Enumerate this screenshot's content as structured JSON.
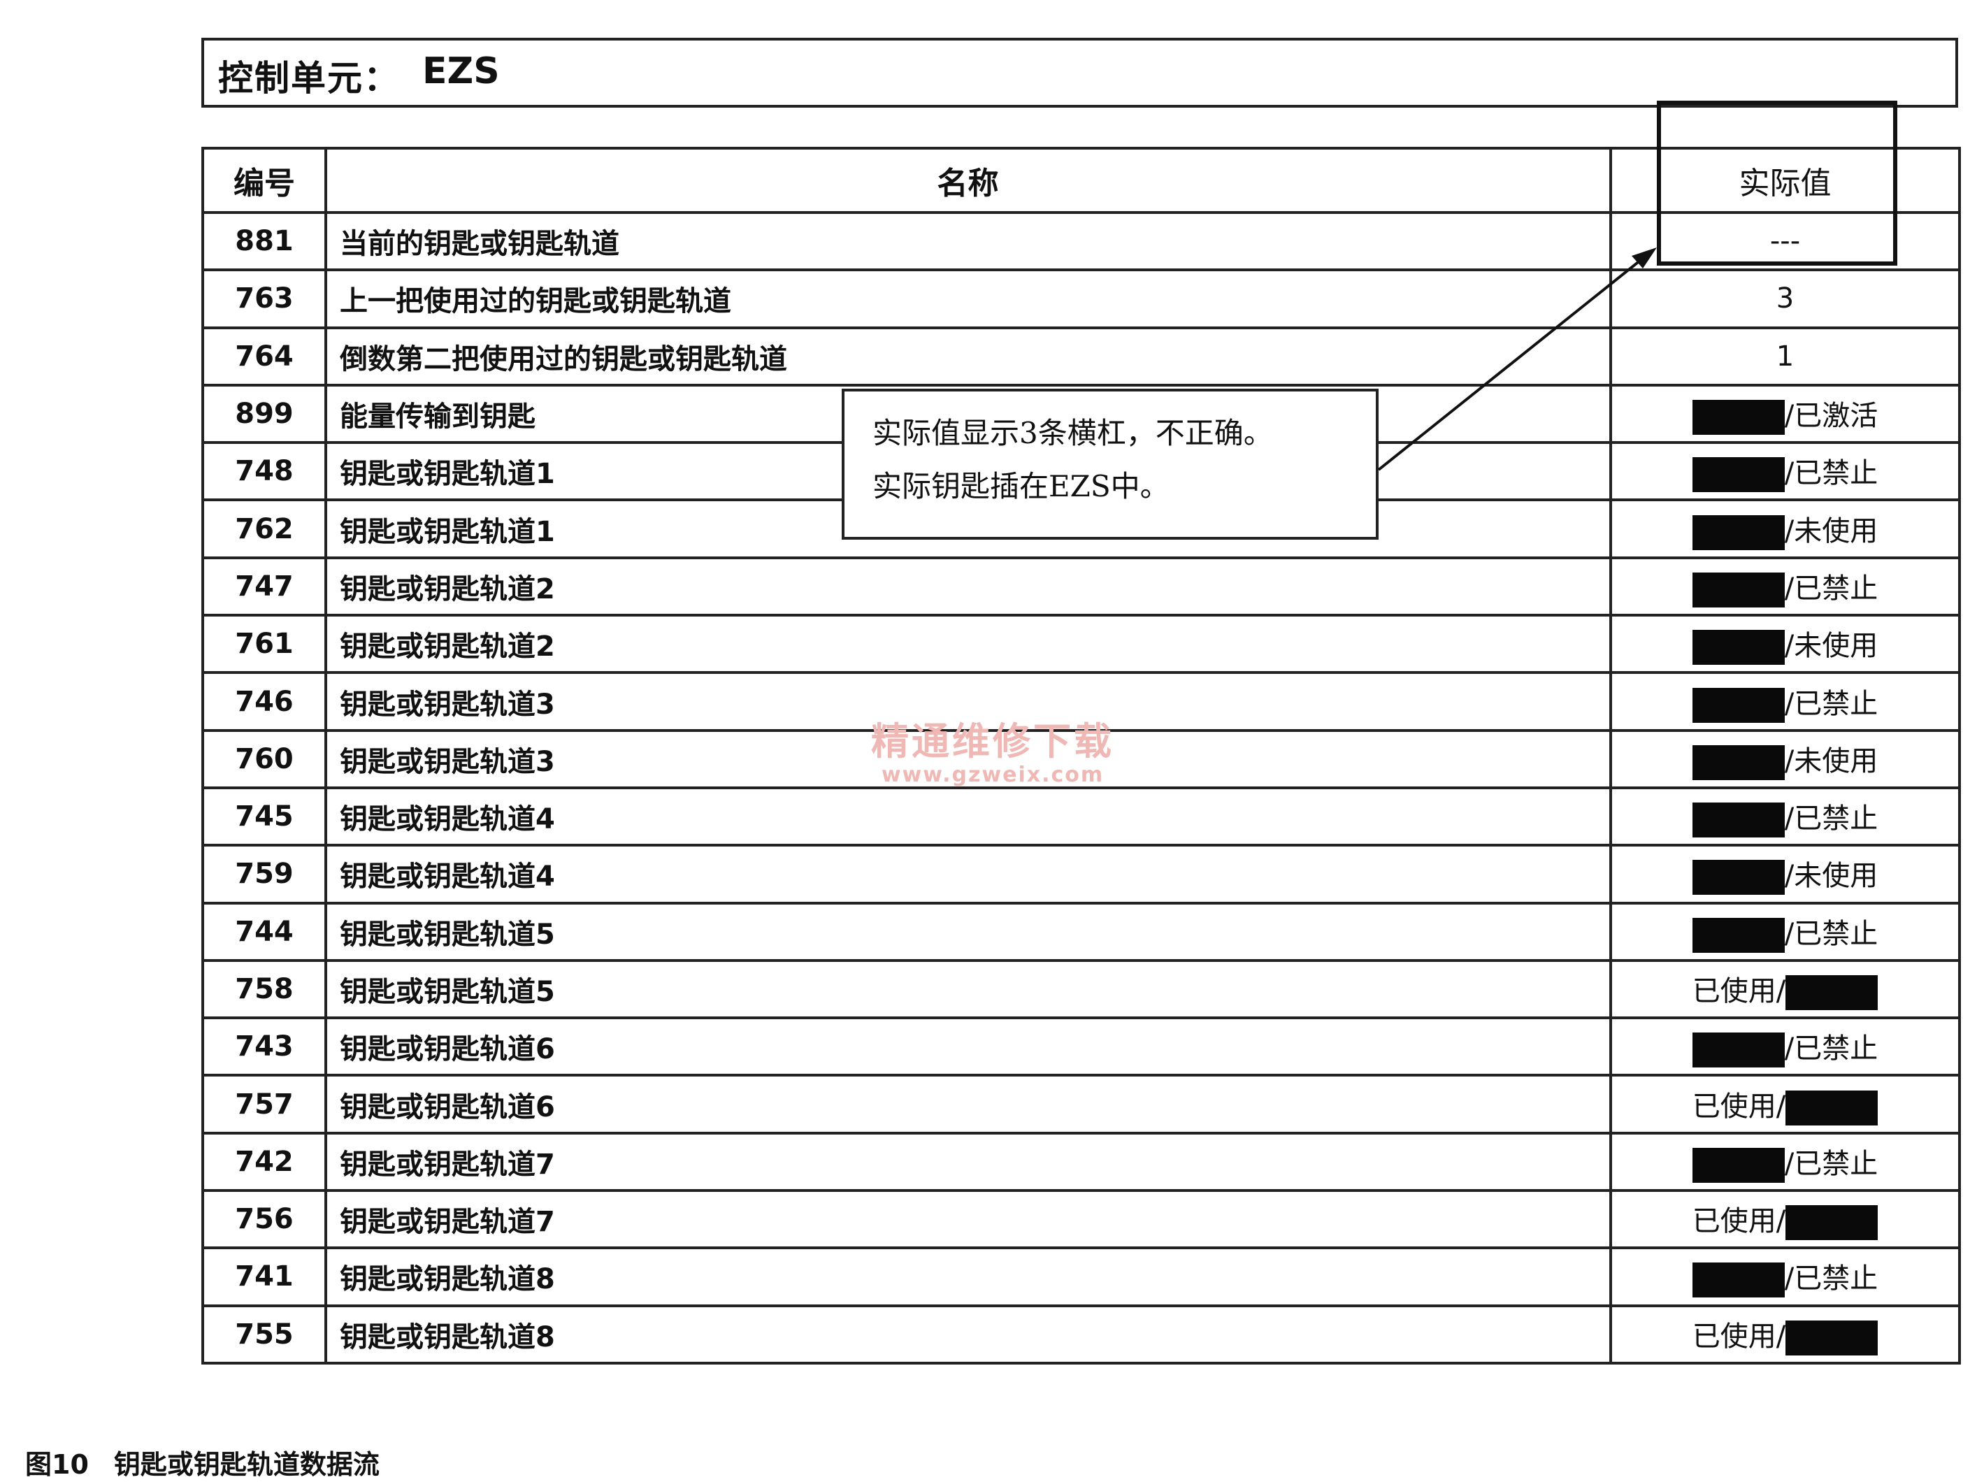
{
  "header": {
    "unit_label": "控制单元：",
    "unit_value": "EZS"
  },
  "table": {
    "headers": {
      "number": "编号",
      "name": "名称",
      "value": "实际值"
    },
    "rows": [
      {
        "number": "881",
        "name": "当前的钥匙或钥匙轨道",
        "value": "---"
      },
      {
        "number": "763",
        "name": "上一把使用过的钥匙或钥匙轨道",
        "value": "3"
      },
      {
        "number": "764",
        "name": "倒数第二把使用过的钥匙或钥匙轨道",
        "value": "1"
      },
      {
        "number": "899",
        "name": "能量传输到钥匙",
        "value": "已激活"
      },
      {
        "number": "748",
        "name": "钥匙或钥匙轨道1",
        "value": "已禁止"
      },
      {
        "number": "762",
        "name": "钥匙或钥匙轨道1",
        "value": "未使用"
      },
      {
        "number": "747",
        "name": "钥匙或钥匙轨道2",
        "value": "已禁止"
      },
      {
        "number": "761",
        "name": "钥匙或钥匙轨道2",
        "value": "未使用"
      },
      {
        "number": "746",
        "name": "钥匙或钥匙轨道3",
        "value": "已禁止"
      },
      {
        "number": "760",
        "name": "钥匙或钥匙轨道3",
        "value": "未使用"
      },
      {
        "number": "745",
        "name": "钥匙或钥匙轨道4",
        "value": "已禁止"
      },
      {
        "number": "759",
        "name": "钥匙或钥匙轨道4",
        "value": "未使用"
      },
      {
        "number": "744",
        "name": "钥匙或钥匙轨道5",
        "value": "已禁止"
      },
      {
        "number": "758",
        "name": "钥匙或钥匙轨道5",
        "value": "已使用"
      },
      {
        "number": "743",
        "name": "钥匙或钥匙轨道6",
        "value": "已禁止"
      },
      {
        "number": "757",
        "name": "钥匙或钥匙轨道6",
        "value": "已使用"
      },
      {
        "number": "742",
        "name": "钥匙或钥匙轨道7",
        "value": "已禁止"
      },
      {
        "number": "756",
        "name": "钥匙或钥匙轨道7",
        "value": "已使用"
      },
      {
        "number": "741",
        "name": "钥匙或钥匙轨道8",
        "value": "已禁止"
      },
      {
        "number": "755",
        "name": "钥匙或钥匙轨道8",
        "value": "已使用"
      }
    ]
  },
  "callout": {
    "line1": "实际值显示3条横杠，不正确。",
    "line2": "实际钥匙插在EZS中。"
  },
  "watermark": {
    "line1": "精通维修下载",
    "line2": "www.gzweix.com"
  },
  "caption": {
    "figure": "图10",
    "text": "钥匙或钥匙轨道数据流"
  }
}
